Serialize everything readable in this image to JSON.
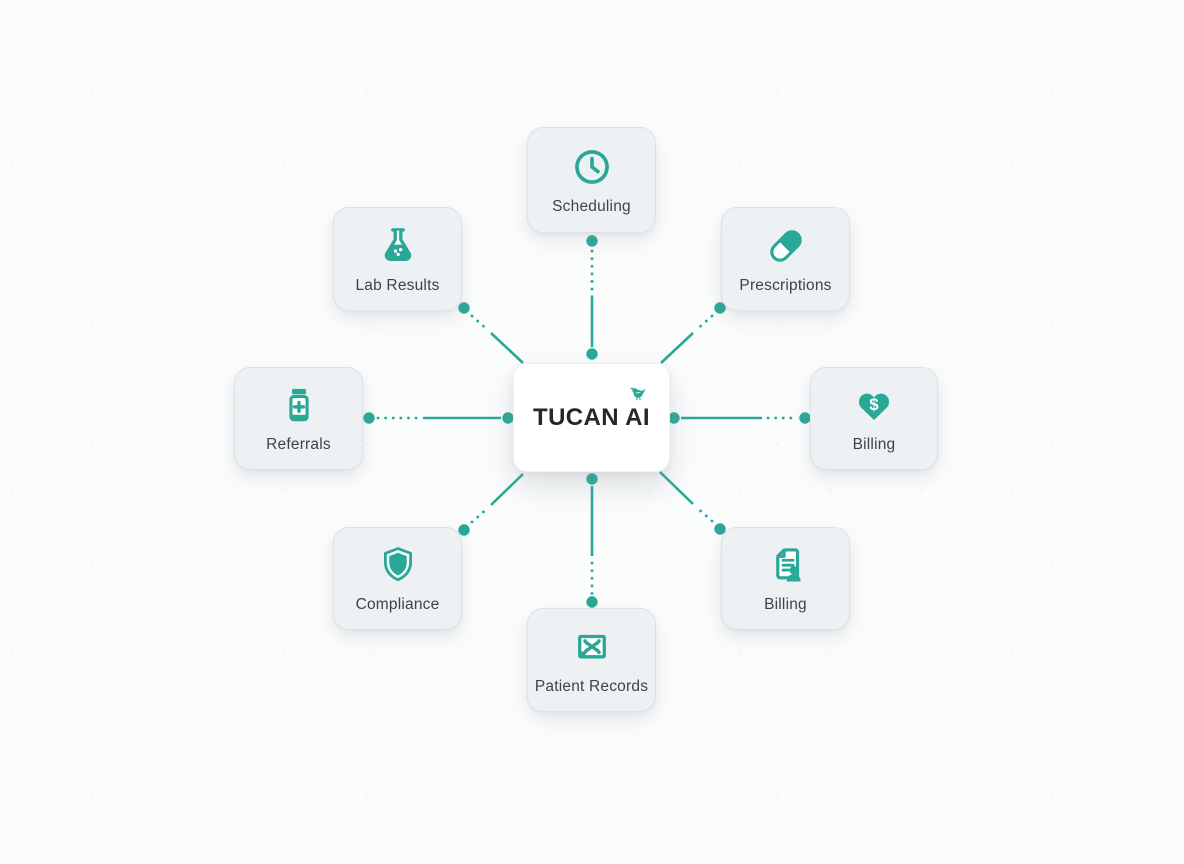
{
  "app": {
    "accent_color": "#29a897",
    "background_color": "#fbfcfc"
  },
  "center": {
    "label": "TUCAN AI",
    "icon": "bird-icon"
  },
  "nodes": [
    {
      "id": "scheduling",
      "label": "Scheduling",
      "icon": "clock-icon",
      "position": "top"
    },
    {
      "id": "lab-results",
      "label": "Lab Results",
      "icon": "flask-icon",
      "position": "top-left"
    },
    {
      "id": "prescriptions",
      "label": "Prescriptions",
      "icon": "capsule-icon",
      "position": "top-right"
    },
    {
      "id": "referrals",
      "label": "Referrals",
      "icon": "pill-bottle-icon",
      "position": "left"
    },
    {
      "id": "billing",
      "label": "Billing",
      "icon": "heart-dollar-icon",
      "position": "right"
    },
    {
      "id": "compliance",
      "label": "Compliance",
      "icon": "shield-icon",
      "position": "bottom-left"
    },
    {
      "id": "billing-2",
      "label": "Billing",
      "icon": "document-person-icon",
      "position": "bottom-right"
    },
    {
      "id": "patient-records",
      "label": "Patient Records",
      "icon": "xray-icon",
      "position": "bottom"
    }
  ]
}
